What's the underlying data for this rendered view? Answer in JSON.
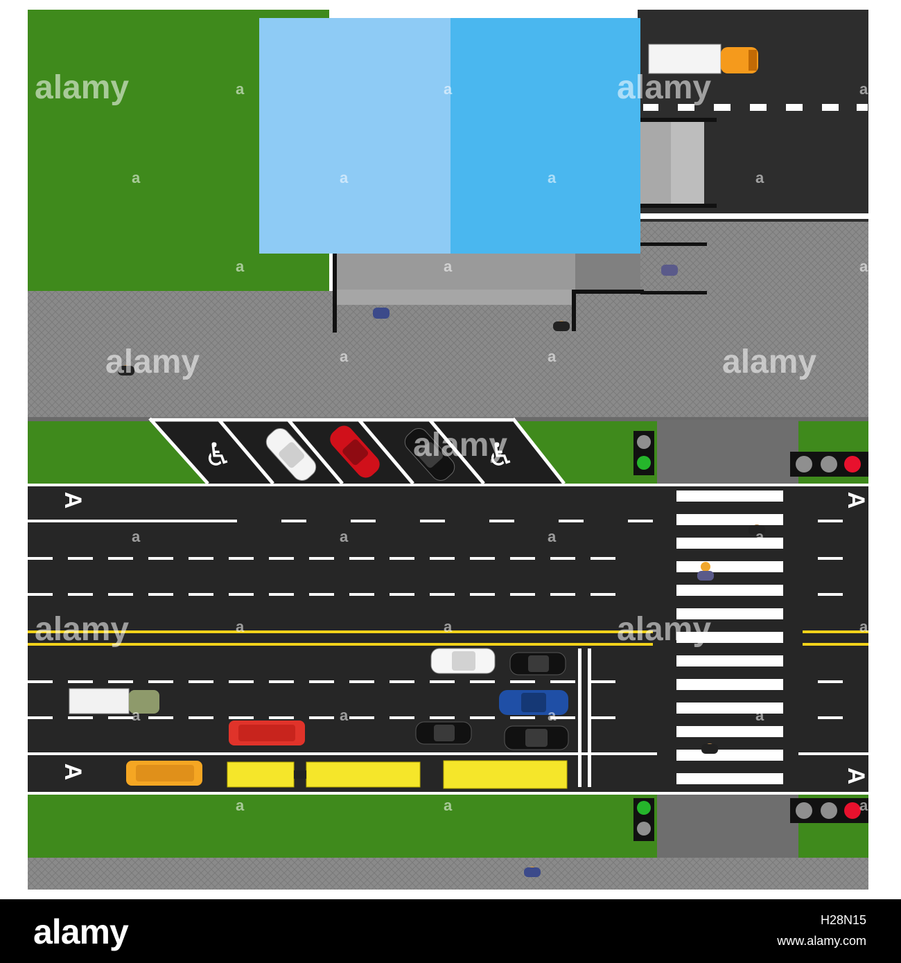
{
  "scene": {
    "description_type": "top-down street plan",
    "lane_marking_letter": "A",
    "colors": {
      "grass": "#3f8a1c",
      "asphalt": "#262626",
      "sidewalk": "#8a8a8a",
      "plaza": "#6e6e6e",
      "roof_left": "#8ecbf5",
      "roof_right": "#4ab7ef",
      "roof_lower": "#9a9a9a",
      "yellow_line": "#f2d21a",
      "signal_red": "#e8112d",
      "signal_green": "#25b52b",
      "signal_off": "#8f8f8f"
    },
    "traffic_lights": [
      {
        "id": "top-left-vertical",
        "active": "green"
      },
      {
        "id": "top-right-horizontal",
        "active": "red"
      },
      {
        "id": "bottom-left-vertical",
        "active": "green"
      },
      {
        "id": "bottom-right-horizontal",
        "active": "red"
      }
    ],
    "parking": {
      "accessible_icon": "♿",
      "parked_cars": [
        "white",
        "red",
        "black"
      ]
    },
    "vehicles": [
      "orange-truck",
      "green-truck",
      "red-van",
      "yellow-minibus",
      "yellow-bus",
      "yellow-bus",
      "white-car",
      "black-car",
      "blue-car",
      "black-car",
      "black-car"
    ],
    "icons": [
      "accessible-parking-icon",
      "traffic-light-icon",
      "pedestrian-icon",
      "car-icon",
      "truck-icon",
      "bus-icon"
    ]
  },
  "watermark": {
    "word": "alamy",
    "small_letter": "a"
  },
  "footer": {
    "brand": "alamy",
    "image_id": "H28N15",
    "url": "www.alamy.com"
  }
}
